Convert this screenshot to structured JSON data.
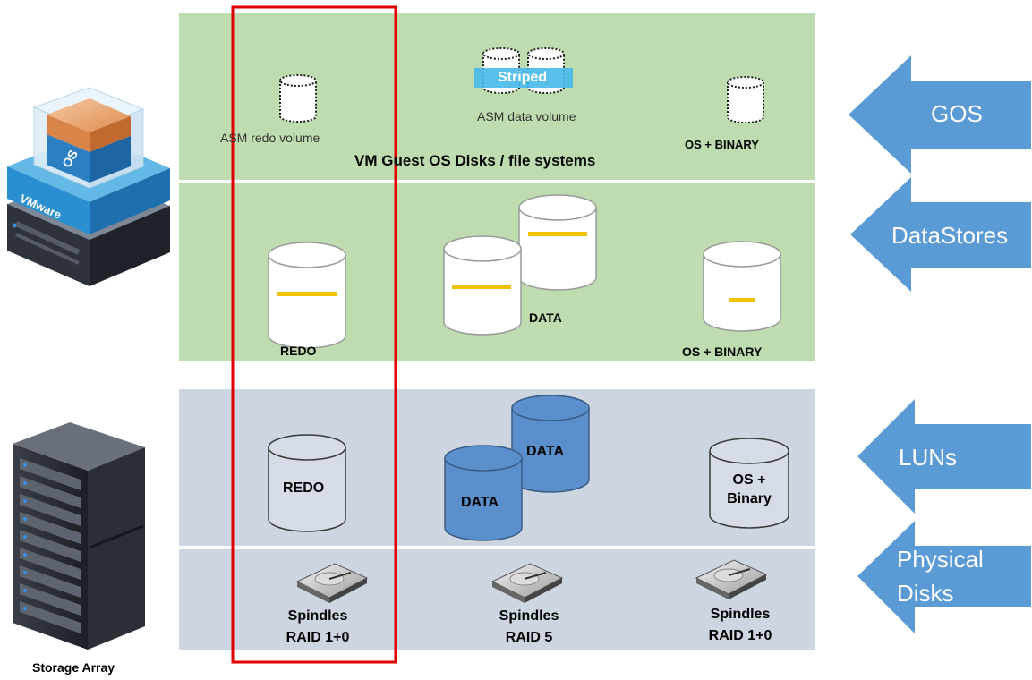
{
  "layers": {
    "gos": {
      "band_label": "VM Guest OS Disks / file systems",
      "redo_label": "ASM redo volume",
      "data_label": "ASM data volume",
      "striped_label": "Striped",
      "os_label": "OS + BINARY"
    },
    "datastores": {
      "redo_label": "REDO",
      "data_label": "DATA",
      "os_label": "OS + BINARY"
    },
    "luns": {
      "redo_label": "REDO",
      "data_back_label": "DATA",
      "data_front_label": "DATA",
      "os_line1": "OS +",
      "os_line2": "Binary"
    },
    "physical": {
      "col1_line1": "Spindles",
      "col1_line2": "RAID 1+0",
      "col2_line1": "Spindles",
      "col2_line2": "RAID 5",
      "col3_line1": "Spindles",
      "col3_line2": "RAID 1+0"
    }
  },
  "arrows": {
    "gos": "GOS",
    "datastores": "DataStores",
    "luns": "LUNs",
    "physical_line1": "Physical",
    "physical_line2": "Disks"
  },
  "left_icons": {
    "vm_os_label": "OS",
    "vm_vmware_label": "VMware",
    "storage_array_label": "Storage Array"
  },
  "colors": {
    "green_band": "#bfdcb0",
    "grey_band": "#cdd5e0",
    "arrow_blue": "#5b9bd5",
    "highlight_red": "#e00000",
    "lun_blue": "#5b8fcc",
    "stripe_yellow": "#f2c200"
  }
}
